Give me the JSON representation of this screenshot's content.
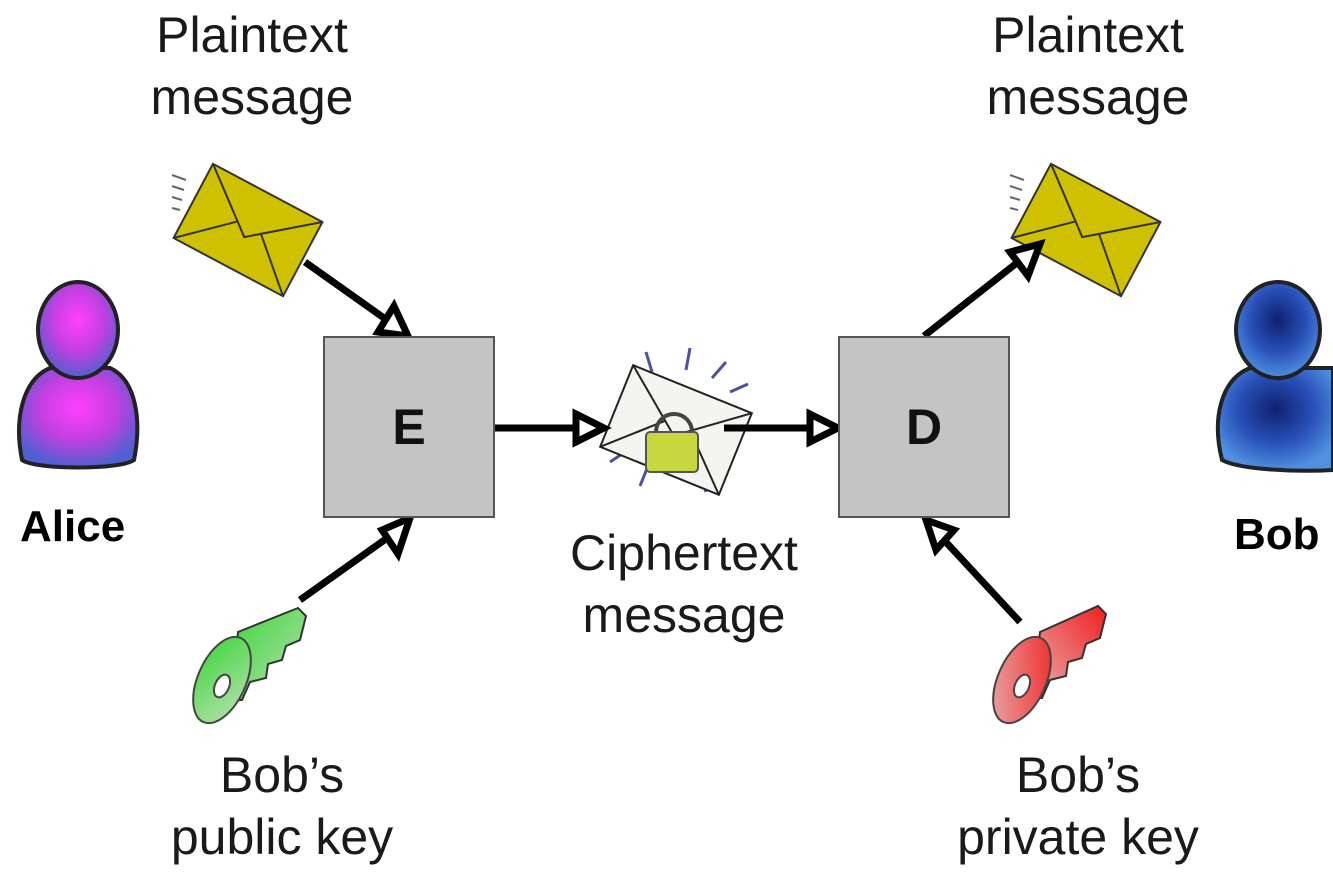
{
  "sender": {
    "name": "Alice"
  },
  "receiver": {
    "name": "Bob"
  },
  "encrypt_box": {
    "label": "E"
  },
  "decrypt_box": {
    "label": "D"
  },
  "plaintext_in": {
    "line1": "Plaintext",
    "line2": "message"
  },
  "plaintext_out": {
    "line1": "Plaintext",
    "line2": "message"
  },
  "ciphertext": {
    "line1": "Ciphertext",
    "line2": "message"
  },
  "public_key": {
    "line1": "Bob’s",
    "line2": "public key"
  },
  "private_key": {
    "line1": "Bob’s",
    "line2": "private key"
  },
  "colors": {
    "envelope": "#cfc000",
    "public_key": "#5ccc4a",
    "private_key": "#e0403c",
    "alice": "#d040e0",
    "bob": "#2040a8",
    "box": "#c4c4c4"
  }
}
